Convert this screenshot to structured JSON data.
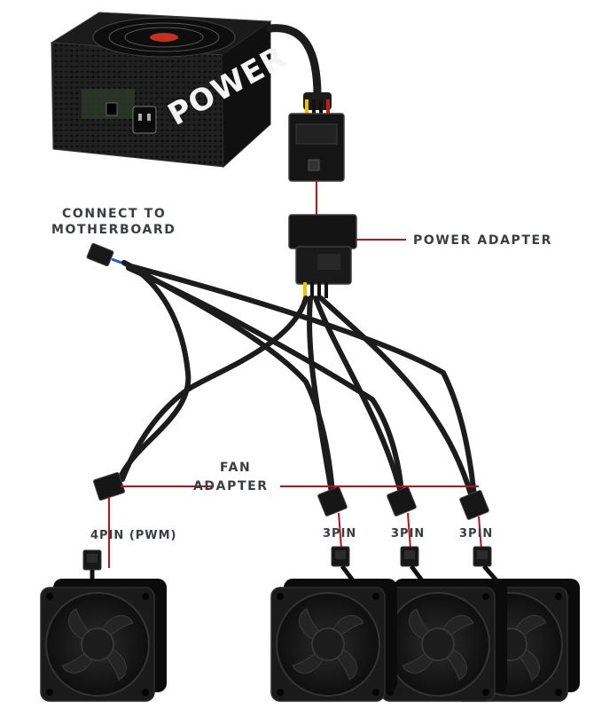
{
  "labels": {
    "psu_brand": "POWER",
    "connect_line1": "CONNECT TO",
    "connect_line2": "MOTHERBOARD",
    "power_adapter": "POWER ADAPTER",
    "fan_line1": "FAN",
    "fan_line2": "ADAPTER",
    "pwm_4pin": "4PIN (PWM)",
    "fan_3pin_a": "3PIN",
    "fan_3pin_b": "3PIN",
    "fan_3pin_c": "3PIN"
  },
  "colors": {
    "accent_red": "#b3161e",
    "label_text": "#3a3d42",
    "cable": "#1c1c1c",
    "fan_body": "#151515",
    "wire_yellow": "#e8c400",
    "wire_red": "#c21a1a",
    "wire_black": "#111111"
  },
  "icons": [
    "power-supply-icon",
    "molex-connector-icon",
    "fan-connector-icon",
    "cooling-fan-icon"
  ]
}
